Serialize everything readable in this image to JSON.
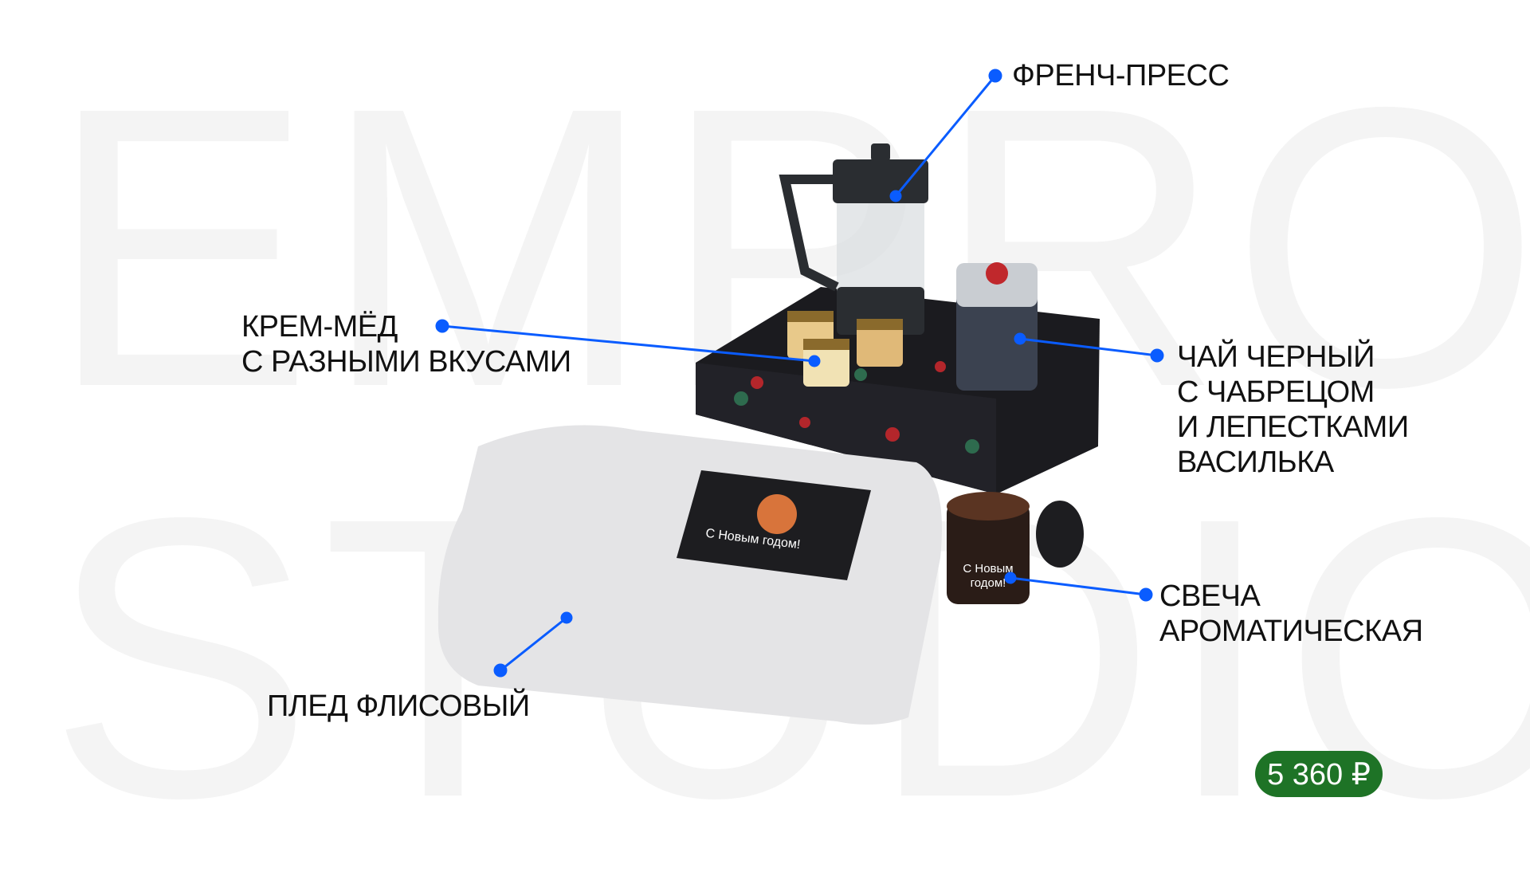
{
  "watermark": {
    "line1": "EMPRO",
    "line2": "STUDIO"
  },
  "labels": {
    "french_press": "ФРЕНЧ-ПРЕСС",
    "honey": [
      "КРЕМ-МЁД",
      "С РАЗНЫМИ ВКУСАМИ"
    ],
    "tea": [
      "ЧАЙ ЧЕРНЫЙ",
      "С ЧАБРЕЦОМ",
      "И ЛЕПЕСТКАМИ",
      "ВАСИЛЬКА"
    ],
    "candle": [
      "СВЕЧА",
      "АРОМАТИЧЕСКАЯ"
    ],
    "blanket": "ПЛЕД ФЛИСОВЫЙ"
  },
  "product_text": {
    "card": "С Новым годом!",
    "candle": "С Новым годом!"
  },
  "price": "5 360 ₽",
  "colors": {
    "accent": "#0a5cff",
    "price_bg": "#1e7326"
  }
}
